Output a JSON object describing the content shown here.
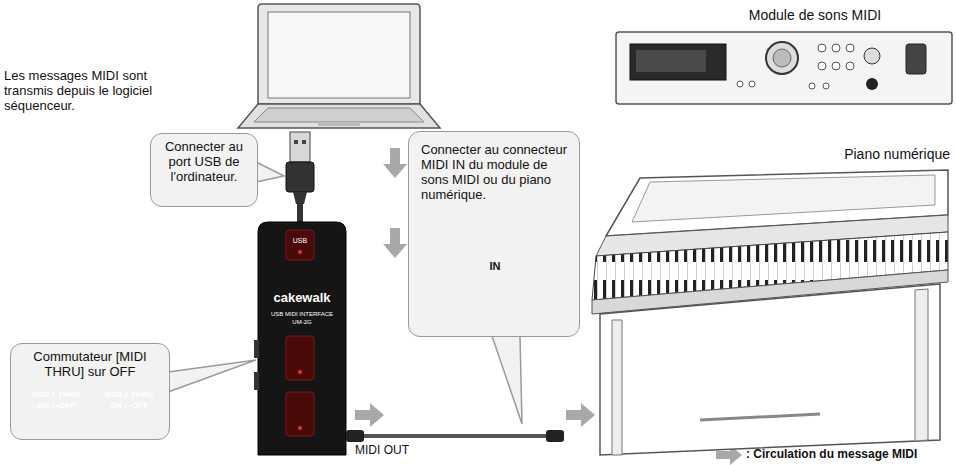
{
  "diagram": {
    "nodes": [
      {
        "text": [
          "Connecter au port USB de l'ordinateur."
        ]
      },
      {
        "text": [
          "Commutateur [MIDI THRU] sur OFF",
          "MIDI 1 THRU",
          "ON • •OFF",
          "MIDI 2 THRU",
          "ON • •OFF"
        ]
      },
      {
        "text": [
          "Connecter au connecteur MIDI IN du module de sons MIDI ou du piano numérique.",
          "IN"
        ]
      }
    ],
    "labels": [
      "Les messages MIDI sont transmis depuis le logiciel séquenceur.",
      "USB",
      "cakewalk",
      "USB MIDI INTERFACE",
      "UM-2G",
      "MIDI OUT",
      "Module de sons MIDI",
      "Piano numérique"
    ],
    "legend": [
      {
        "text": ": Circulation du message MIDI"
      }
    ]
  }
}
